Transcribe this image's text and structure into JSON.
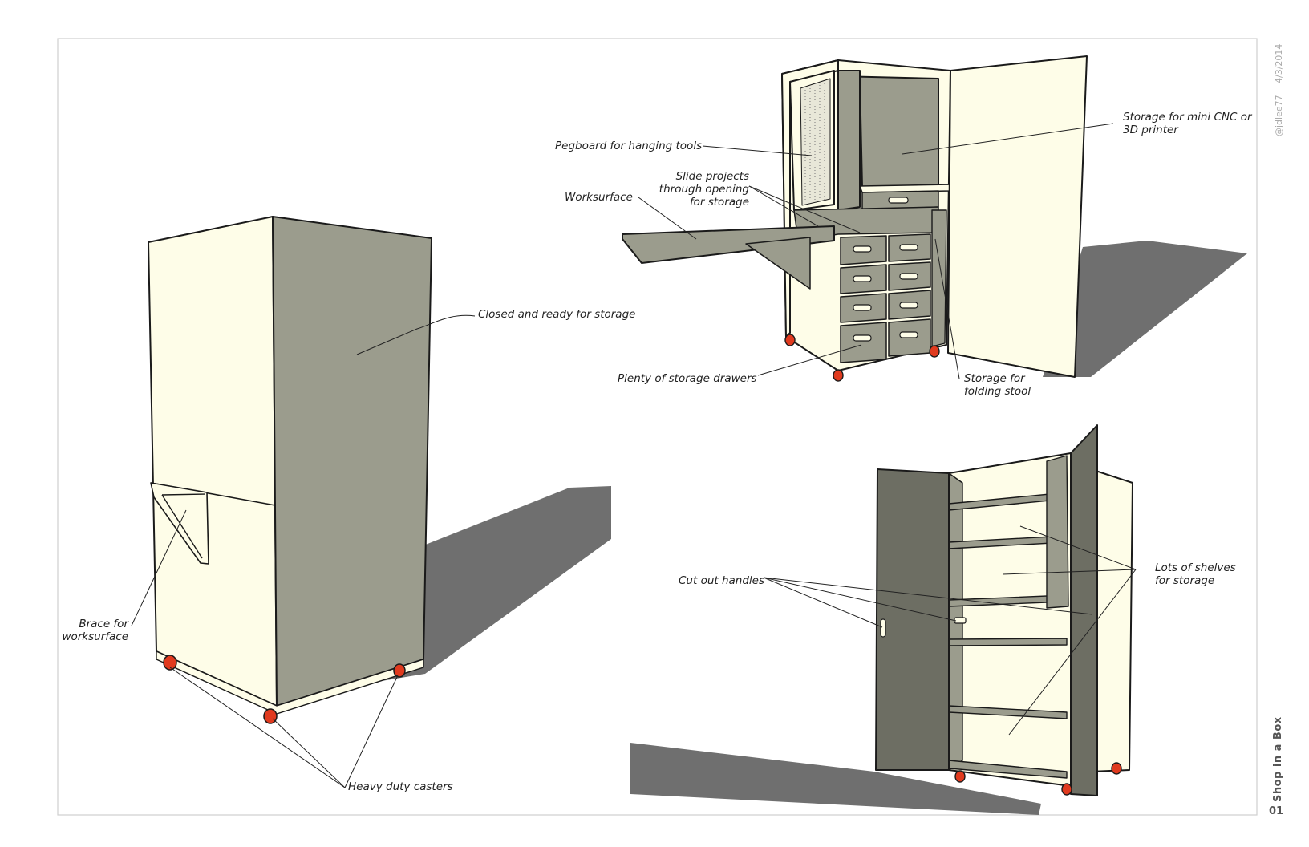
{
  "sheet": {
    "date": "4/3/2014",
    "author": "@jdlee77",
    "title": "Shop in a Box",
    "number": "01"
  },
  "colors": {
    "panel_light": "#fefde8",
    "panel_gray": "#9b9c8d",
    "panel_dark": "#6d6e63",
    "shadow": "#6f6f6f",
    "caster": "#e03a1e",
    "line": "#1a1a1a"
  },
  "views": {
    "closed": {
      "labels": {
        "closed": "Closed and ready for storage",
        "brace": [
          "Brace for",
          "worksurface"
        ],
        "casters": "Heavy duty casters"
      }
    },
    "open_workshop": {
      "labels": {
        "pegboard": "Pegboard for hanging tools",
        "cnc": [
          "Storage for mini CNC or",
          "3D printer"
        ],
        "slide": [
          "Slide projects",
          "through opening",
          "for storage"
        ],
        "worksurface": "Worksurface",
        "drawers": "Plenty of storage drawers",
        "stool": [
          "Storage for",
          "folding stool"
        ]
      }
    },
    "open_storage": {
      "labels": {
        "handles": "Cut out handles",
        "shelves": [
          "Lots of shelves",
          "for storage"
        ]
      }
    }
  }
}
